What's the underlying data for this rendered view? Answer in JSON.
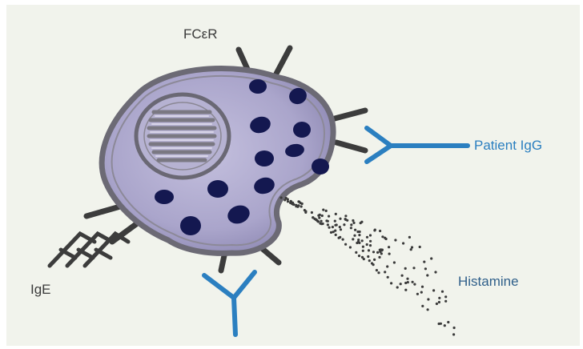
{
  "labels": {
    "fcer": "FCεR",
    "patient_igg": "Patient IgG",
    "histamine": "Histamine",
    "ige": "IgE"
  },
  "colors": {
    "background": "#f1f3ec",
    "cell_fill": "#a9a4cc",
    "cell_outline": "#6c6a75",
    "granule": "#141850",
    "receptor": "#3c3c3c",
    "antibody": "#2b7fc0"
  },
  "icons": [
    "mast-cell",
    "nucleus",
    "granule",
    "fc-epsilon-receptor",
    "igg-antibody",
    "ige-antibody",
    "histamine-dots"
  ]
}
